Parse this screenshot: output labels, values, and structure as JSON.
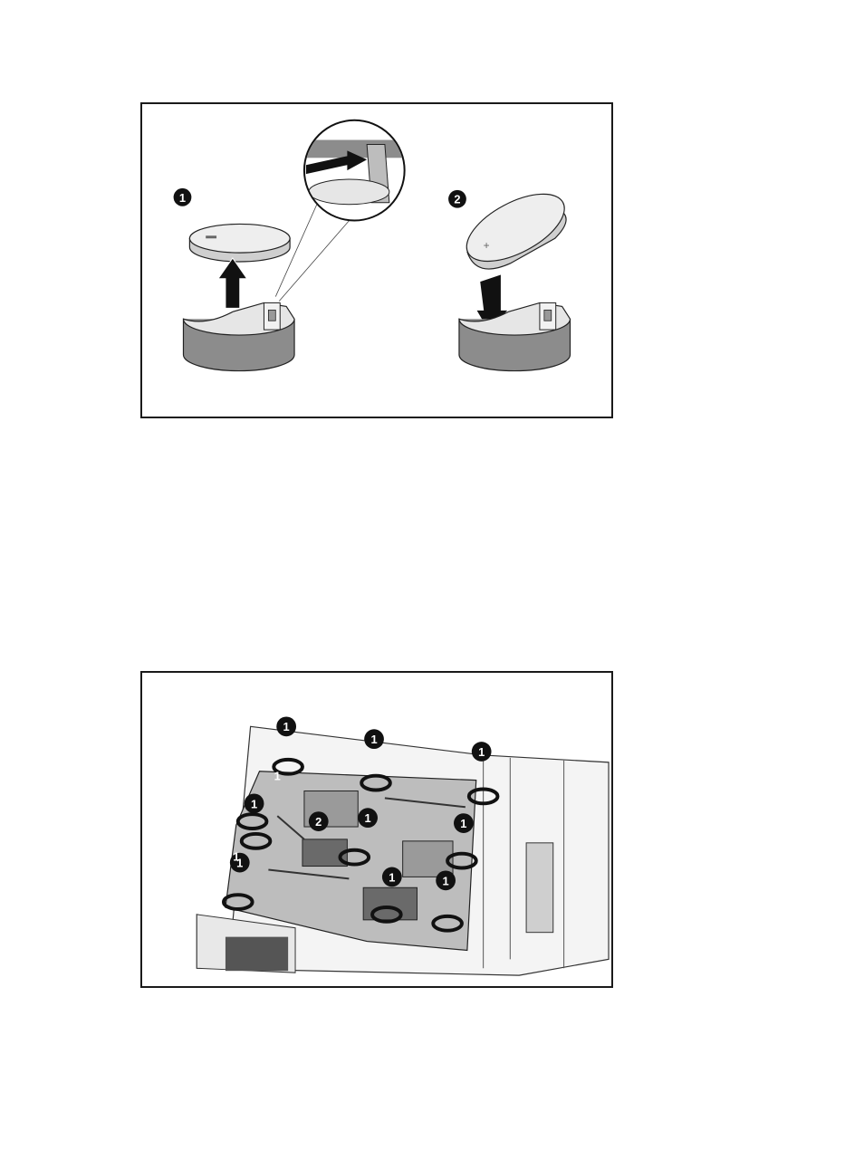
{
  "figures": [
    {
      "callouts": [
        "1",
        "2"
      ]
    },
    {
      "callouts": [
        "1",
        "1",
        "1",
        "1",
        "1",
        "1",
        "1",
        "1",
        "1",
        "1",
        "1",
        "2"
      ]
    }
  ],
  "colors": {
    "border": "#1a1a1a",
    "callout_fill": "#111111",
    "battery_fill": "#eeeeee",
    "holder_fill": "#8c8c8c",
    "board_fill": "#bdbdbd"
  },
  "icons": [
    "battery-icon",
    "battery-holder-icon",
    "arrow-up-icon",
    "arrow-down-icon",
    "magnifier-detail-icon",
    "screw-icon",
    "rotate-arrow-icon"
  ]
}
